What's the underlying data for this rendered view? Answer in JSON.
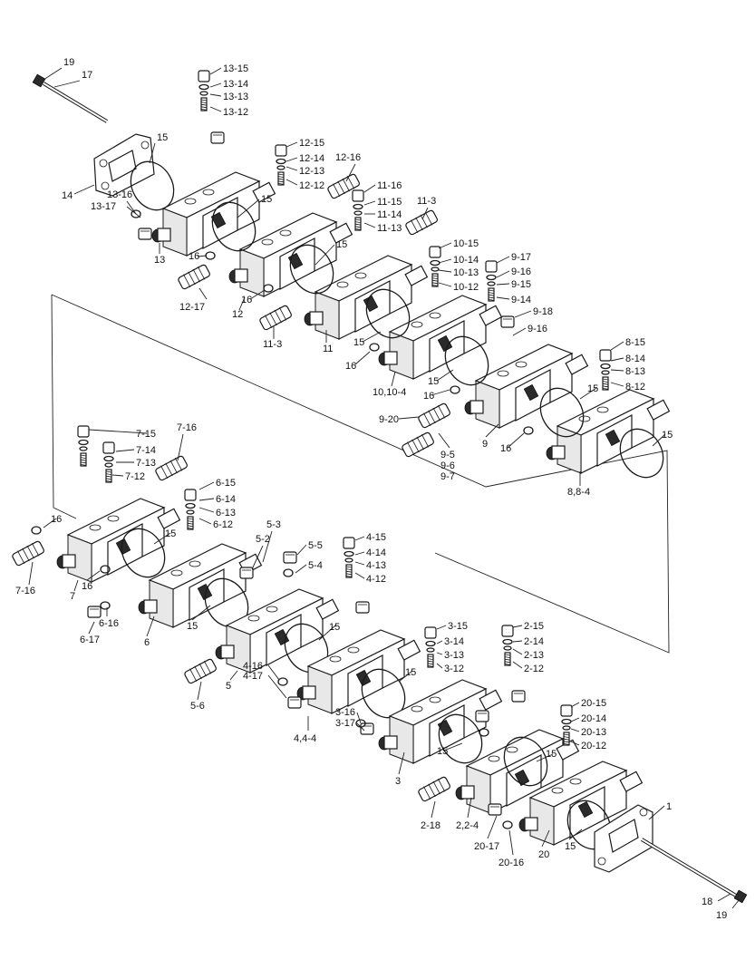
{
  "labels": {
    "l_19a": "19",
    "l_17": "17",
    "l_13_15": "13-15",
    "l_13_14": "13-14",
    "l_13_13": "13-13",
    "l_13_12": "13-12",
    "l_15a": "15",
    "l_14": "14",
    "l_13_16": "13-16",
    "l_13_17": "13-17",
    "l_13": "13",
    "l_12_15": "12-15",
    "l_12_14": "12-14",
    "l_12_13": "12-13",
    "l_12_12": "12-12",
    "l_12_16": "12-16",
    "l_15b": "15",
    "l_16a": "16",
    "l_12_17": "12-17",
    "l_16b": "16",
    "l_12": "12",
    "l_11_16": "11-16",
    "l_11_15": "11-15",
    "l_11_14": "11-14",
    "l_11_13": "11-13",
    "l_11_3a": "11-3",
    "l_15c": "15",
    "l_11_3b": "11-3",
    "l_11": "11",
    "l_10_15": "10-15",
    "l_10_14": "10-14",
    "l_10_13": "10-13",
    "l_10_12": "10-12",
    "l_9_17": "9-17",
    "l_9_16a": "9-16",
    "l_9_15": "9-15",
    "l_9_14": "9-14",
    "l_9_18": "9-18",
    "l_9_16b": "9-16",
    "l_15d": "15",
    "l_16c": "16",
    "l_15e": "15",
    "l_10_10_4": "10,10-4",
    "l_16d": "16",
    "l_9_20": "9-20",
    "l_9": "9",
    "l_16e": "16",
    "l_9_5": "9-5",
    "l_9_6": "9-6",
    "l_9_7": "9-7",
    "l_8_15": "8-15",
    "l_8_14": "8-14",
    "l_8_13": "8-13",
    "l_8_12": "8-12",
    "l_15f": "15",
    "l_15g": "15",
    "l_8_8_4": "8,8-4",
    "l_7_15": "7-15",
    "l_7_16a": "7-16",
    "l_7_14": "7-14",
    "l_7_13": "7-13",
    "l_7_12": "7-12",
    "l_16f": "16",
    "l_15h": "15",
    "l_7_16b": "7-16",
    "l_16g": "16",
    "l_7": "7",
    "l_6_15": "6-15",
    "l_6_14": "6-14",
    "l_6_13": "6-13",
    "l_6_12": "6-12",
    "l_5_3": "5-3",
    "l_5_2": "5-2",
    "l_6_16": "6-16",
    "l_6_17": "6-17",
    "l_6": "6",
    "l_15i": "15",
    "l_5_5": "5-5",
    "l_5_4": "5-4",
    "l_4_15": "4-15",
    "l_4_14": "4-14",
    "l_4_13": "4-13",
    "l_4_12": "4-12",
    "l_15j": "15",
    "l_5_6": "5-6",
    "l_5": "5",
    "l_4_16": "4-16",
    "l_4_17": "4-17",
    "l_4_4_4": "4,4-4",
    "l_3_15": "3-15",
    "l_3_14": "3-14",
    "l_3_13": "3-13",
    "l_3_12": "3-12",
    "l_15k": "15",
    "l_3_16": "3-16",
    "l_3_17": "3-17",
    "l_3": "3",
    "l_2_15": "2-15",
    "l_2_14": "2-14",
    "l_2_13": "2-13",
    "l_2_12": "2-12",
    "l_20_15": "20-15",
    "l_20_14": "20-14",
    "l_20_13": "20-13",
    "l_20_12": "20-12",
    "l_15l": "15",
    "l_15m": "15",
    "l_2_18": "2-18",
    "l_2_2_4": "2,2-4",
    "l_1": "1",
    "l_20_17": "20-17",
    "l_20_16": "20-16",
    "l_20": "20",
    "l_15n": "15",
    "l_18": "18",
    "l_19b": "19"
  }
}
